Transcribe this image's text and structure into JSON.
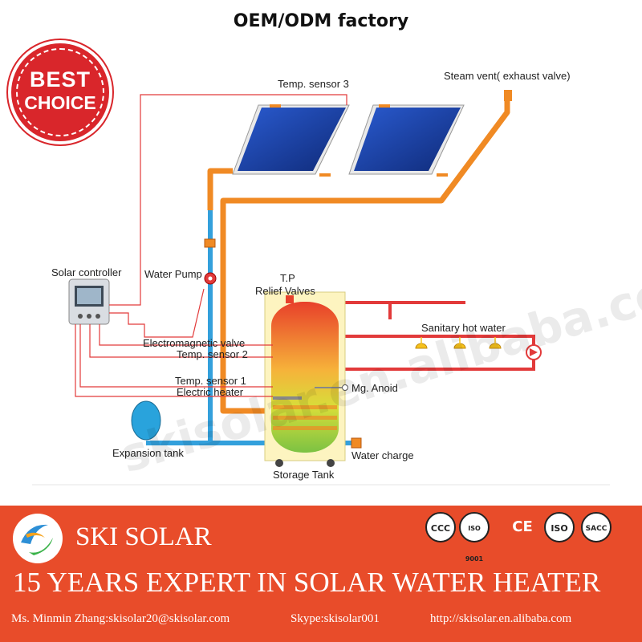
{
  "header": {
    "title": "OEM/ODM factory"
  },
  "badge": {
    "line1": "BEST",
    "line2": "CHOICE"
  },
  "diagram": {
    "labels": {
      "temp_sensor_3": "Temp. sensor 3",
      "steam_vent": "Steam vent( exhaust valve)",
      "solar_controller": "Solar controller",
      "water_pump": "Water Pump",
      "tp": "T.P",
      "relief_valves": "Relief Valves",
      "sanitary_hot_water": "Sanitary hot water",
      "electromagnetic_valve": "Electromagnetic valve",
      "temp_sensor_2": "Temp. sensor 2",
      "temp_sensor_1": "Temp. sensor 1",
      "electric_heater": "Electric heater",
      "mg_anoid": "Mg. Anoid",
      "expansion_tank": "Expansion tank",
      "water_charge": "Water charge",
      "storage_tank": "Storage Tank"
    },
    "watermark": "skisolar.en.alibaba.com",
    "colors": {
      "hot_pipe": "#f08a24",
      "cold_pipe": "#33a0dc",
      "signal_wire": "#e23a3a",
      "panel": "#1a3f9e",
      "tank_top": "#e8402a",
      "tank_bottom": "#7cc243"
    }
  },
  "footer": {
    "brand": "SKI SOLAR",
    "slogan": "15 YEARS EXPERT IN SOLAR WATER HEATER",
    "contact_name": "Ms. Minmin Zhang:skisolar20@skisolar.com",
    "skype": "Skype:skisolar001",
    "url": "http://skisolar.en.alibaba.com",
    "certs": [
      "CCC",
      "ISO 9001",
      "CE",
      "ISO",
      "SACC"
    ]
  }
}
